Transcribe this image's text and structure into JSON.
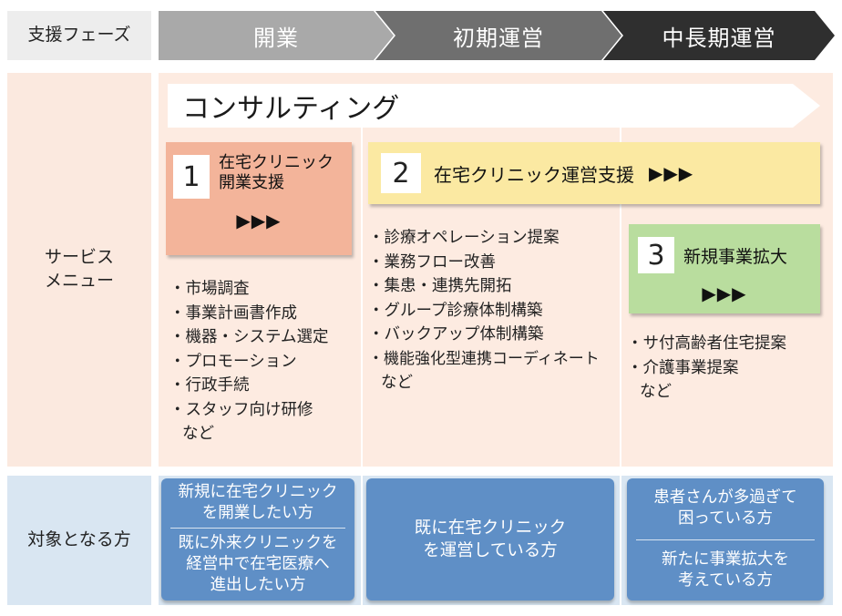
{
  "row_labels": {
    "phase": "支援フェーズ",
    "service": "サービス\nメニュー",
    "target": "対象となる方"
  },
  "phases": [
    "開業",
    "初期運営",
    "中長期運営"
  ],
  "phase_colors": [
    "#a9a9a9",
    "#6f6f6f",
    "#2f2f2f"
  ],
  "consulting_label": "コンサルティング",
  "services": [
    {
      "number": "1",
      "title": "在宅クリニック\n開業支援",
      "arrows": "▶▶▶",
      "color": "#f3b49a",
      "items": [
        "・市場調査",
        "・事業計画書作成",
        "・機器・システム選定",
        "・プロモーション",
        "・行政手続",
        "・スタッフ向け研修",
        "など"
      ]
    },
    {
      "number": "2",
      "title": "在宅クリニック運営支援",
      "arrows": "▶▶▶",
      "color": "#fbe9a2",
      "items": [
        "・診療オペレーション提案",
        "・業務フロー改善",
        "・集患・連携先開拓",
        "・グループ診療体制構築",
        "・バックアップ体制構築",
        "・機能強化型連携コーディネート",
        "など"
      ]
    },
    {
      "number": "3",
      "title": "新規事業拡大",
      "arrows": "▶▶▶",
      "color": "#b9dd9e",
      "items": [
        "・サ付高齢者住宅提案",
        "・介護事業提案",
        "など"
      ]
    }
  ],
  "targets": [
    [
      "新規に在宅クリニック\nを開業したい方",
      "既に外来クリニックを\n経営中で在宅医療へ\n進出したい方"
    ],
    [
      "既に在宅クリニック\nを運営している方"
    ],
    [
      "患者さんが多過ぎて\n困っている方",
      "新たに事業拡大を\n考えている方"
    ]
  ],
  "target_color": "#5f8fc6"
}
